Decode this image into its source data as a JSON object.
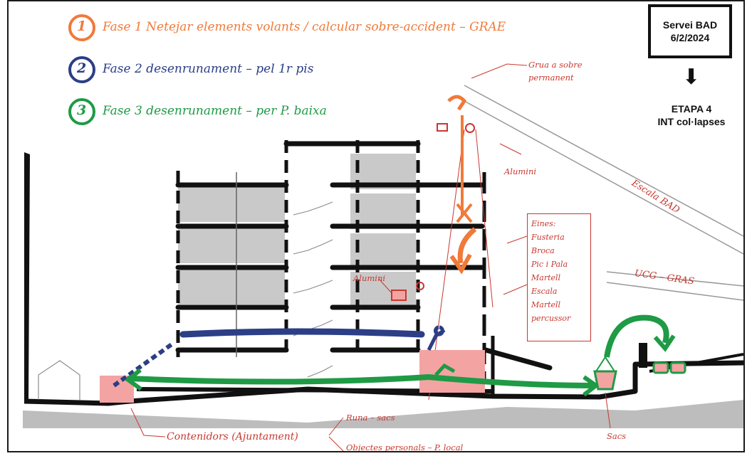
{
  "phases": [
    {
      "number": "1",
      "text": "Fase 1   Netejar elements volants / calcular sobre-accident – GRAE",
      "color": "#f07a3a"
    },
    {
      "number": "2",
      "text": "Fase 2   desenrunament – pel 1r pis",
      "color": "#2c3e86"
    },
    {
      "number": "3",
      "text": "Fase 3   desenrunament – per P. baixa",
      "color": "#1f9a45"
    }
  ],
  "header_box": {
    "line1": "Servei BAD",
    "line2": "6/2/2024"
  },
  "stage": {
    "line1": "ETAPA 4",
    "line2": "INT col·lapses"
  },
  "annotations": {
    "crane_note": "Grua a sobre permanent",
    "aluminium": "Alumini",
    "ladder": "Escala BAD",
    "ucg": "UCG – GRAS",
    "shoring": "Alumini",
    "containers": "Contenidors (Ajuntament)",
    "sacks": "Sacs",
    "rubble": "Runa – sacs",
    "parts": "Objectes personals – P. local"
  },
  "tools": {
    "title": "Eines:",
    "items": [
      "Fusteria",
      "Broca",
      "Pic i Pala",
      "Martell",
      "Escala",
      "Martell percussor"
    ]
  },
  "colors": {
    "orange": "#f07a3a",
    "blue": "#2c3e86",
    "green": "#1f9a45",
    "red": "#c8382f",
    "gray": "#bdbdbd",
    "pink": "#f4a3a3"
  }
}
